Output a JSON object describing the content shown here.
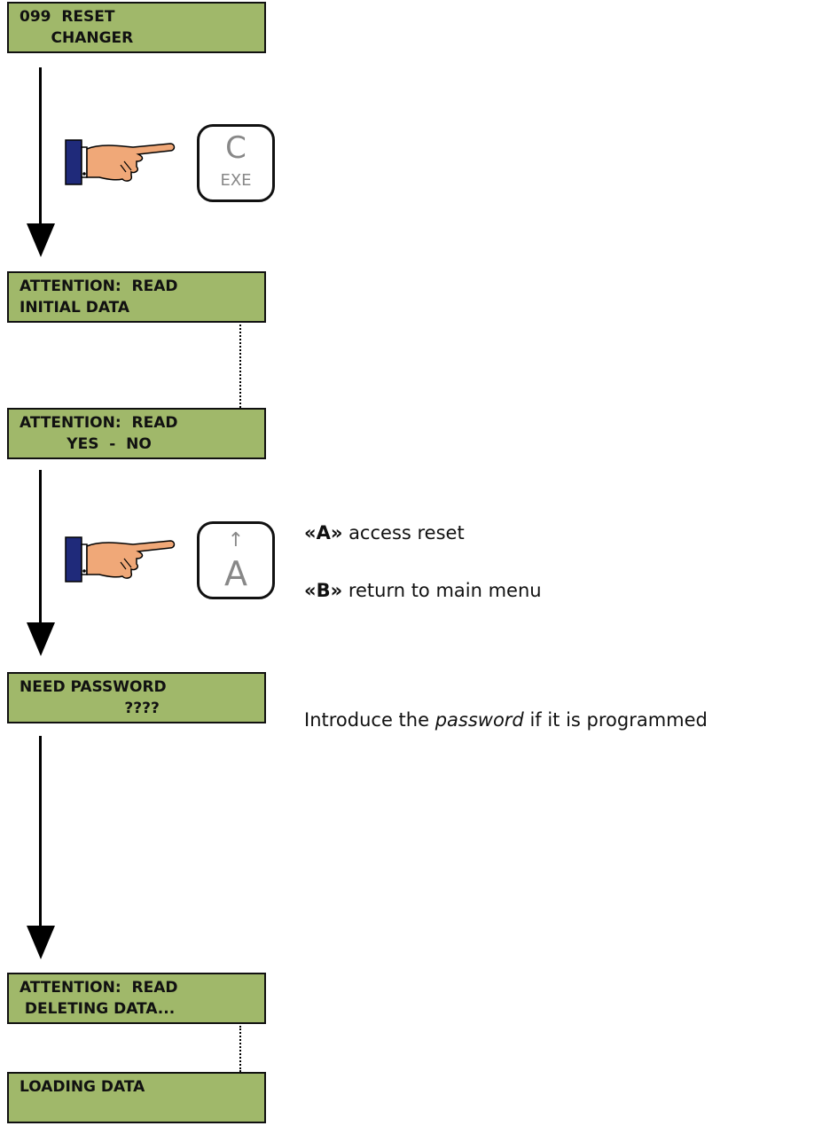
{
  "screens": [
    {
      "line1": "099  RESET",
      "line2": "      CHANGER"
    },
    {
      "line1": "ATTENTION:  READ",
      "line2": "INITIAL DATA"
    },
    {
      "line1": "ATTENTION:  READ",
      "line2": "         YES  -  NO"
    },
    {
      "line1": "NEED PASSWORD",
      "line2": "                    ????"
    },
    {
      "line1": "ATTENTION:  READ",
      "line2": " DELETING DATA..."
    },
    {
      "line1": "LOADING DATA",
      "line2": ""
    }
  ],
  "keys": {
    "c_exe": {
      "main": "C",
      "sub": "EXE"
    },
    "a_up": {
      "arrow": "↑",
      "main": "A"
    }
  },
  "notes": {
    "option_a": {
      "key": "«A»",
      "text": " access reset"
    },
    "option_b": {
      "key": "«B»",
      "text": " return to main menu"
    },
    "password": {
      "before": "Introduce the ",
      "italic": "password",
      "after": " if it is programmed"
    }
  },
  "colors": {
    "lcd": "#a0b86a",
    "sleeve": "#1f2a7a",
    "hand": "#f0a878"
  }
}
